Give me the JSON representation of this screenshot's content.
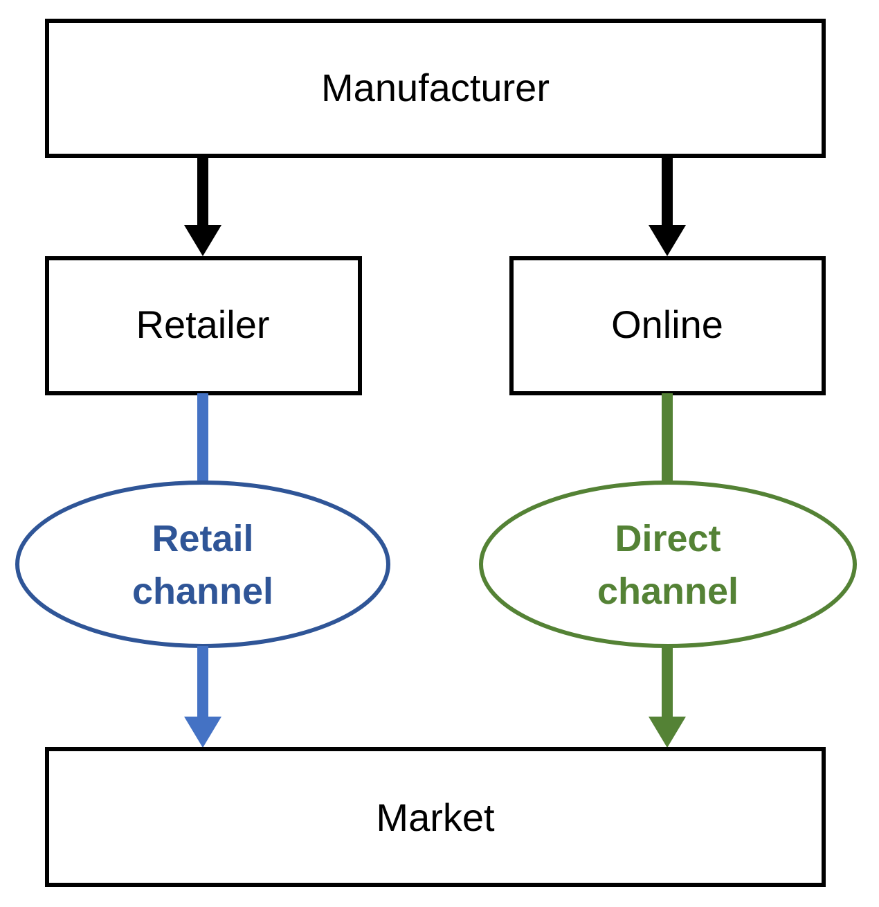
{
  "nodes": {
    "manufacturer": {
      "label": "Manufacturer"
    },
    "retailer": {
      "label": "Retailer"
    },
    "online": {
      "label": "Online"
    },
    "market": {
      "label": "Market"
    }
  },
  "channels": {
    "retail": {
      "line1": "Retail",
      "line2": "channel",
      "color": "#2F5597",
      "arrow_color": "#4472C4"
    },
    "direct": {
      "line1": "Direct",
      "line2": "channel",
      "color": "#548235",
      "arrow_color": "#548235"
    }
  },
  "colors": {
    "box_stroke": "#000000",
    "arrow_black": "#000000"
  }
}
